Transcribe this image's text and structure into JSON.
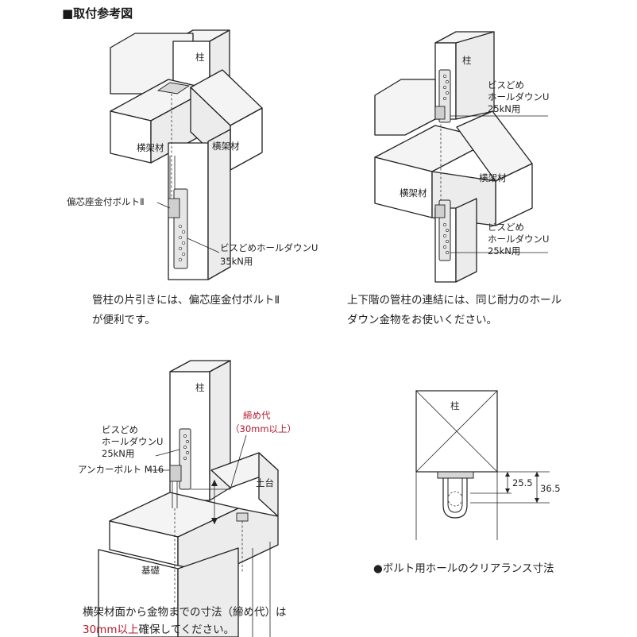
{
  "header": {
    "title": "■取付参考図"
  },
  "panel1": {
    "labels": {
      "column": "柱",
      "beam_left": "横架材",
      "beam_right": "横架材",
      "bolt": "偏芯座金付ボルトⅡ",
      "hd_line1": "ビスどめホールダウンU",
      "hd_line2": "35kN用"
    },
    "caption": {
      "line1": "管柱の片引きには、偏芯座金付ボルトⅡ",
      "line2": "が便利です。"
    }
  },
  "panel2": {
    "labels": {
      "column": "柱",
      "beam_left": "横架材",
      "beam_right": "横架材",
      "upper_1": "ビスどめ",
      "upper_2": "ホールダウンU",
      "upper_3": "25kN用",
      "lower_1": "ビスどめ",
      "lower_2": "ホールダウンU",
      "lower_3": "25kN用"
    },
    "caption": {
      "line1": "上下階の管柱の連結には、同じ耐力のホール",
      "line2": "ダウン金物をお使いください。"
    }
  },
  "panel3": {
    "labels": {
      "column": "柱",
      "hd_1": "ビスどめ",
      "hd_2": "ホールダウンU",
      "hd_3": "25kN用",
      "anchor": "アンカーボルト M16",
      "margin_1": "締め代",
      "margin_2": "（30mm以上）",
      "sill": "土台",
      "foundation": "基礎"
    },
    "caption": {
      "line1": "横架材面から金物までの寸法（締め代）は",
      "line2_red": "30mm以上",
      "line2_rest": "確保してください。"
    }
  },
  "panel4": {
    "labels": {
      "column": "柱",
      "dim_inner": "25.5",
      "dim_outer": "36.5"
    },
    "caption": "●ボルト用ホールのクリアランス寸法"
  }
}
